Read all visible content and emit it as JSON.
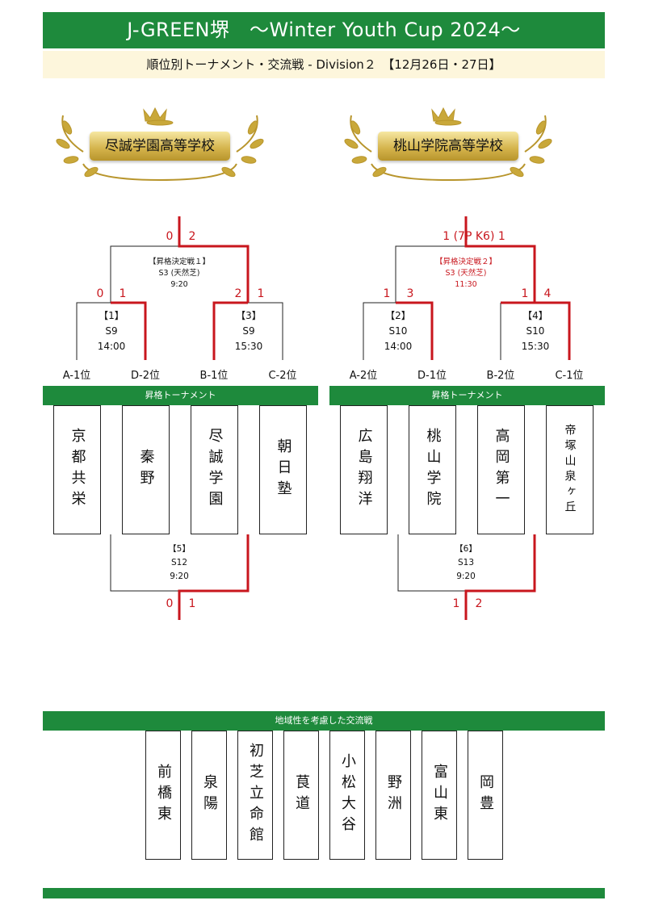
{
  "header": {
    "title": "J-GREEN堺　～Winter Youth Cup 2024～",
    "subtitle": "順位別トーナメント・交流戦 - Division２　【12月26日・27日】"
  },
  "champions": {
    "left": "尽誠学園高等学校",
    "right": "桃山学院高等学校"
  },
  "left_bracket": {
    "final": {
      "score_l": "0",
      "score_r": "2",
      "label1": "【昇格決定戦１】",
      "label2": "S3 (天然芝)",
      "label3": "9:20"
    },
    "m1": {
      "id": "【1】",
      "court": "S9",
      "time": "14:00",
      "score_l": "0",
      "score_r": "1"
    },
    "m3": {
      "id": "【3】",
      "court": "S9",
      "time": "15:30",
      "score_l": "2",
      "score_r": "1"
    },
    "seeds": [
      "A-1位",
      "D-2位",
      "B-1位",
      "C-2位"
    ],
    "band": "昇格トーナメント",
    "teams": [
      "京都共栄",
      "秦野",
      "尽誠学園",
      "朝日塾"
    ],
    "m5": {
      "id": "【5】",
      "court": "S12",
      "time": "9:20",
      "score_l": "0",
      "score_r": "1"
    }
  },
  "right_bracket": {
    "final": {
      "score": "1 (7P  K6) 1",
      "label1": "【昇格決定戦２】",
      "label2": "S3 (天然芝)",
      "label3": "11:30"
    },
    "m2": {
      "id": "【2】",
      "court": "S10",
      "time": "14:00",
      "score_l": "1",
      "score_r": "3"
    },
    "m4": {
      "id": "【4】",
      "court": "S10",
      "time": "15:30",
      "score_l": "1",
      "score_r": "4"
    },
    "seeds": [
      "A-2位",
      "D-1位",
      "B-2位",
      "C-1位"
    ],
    "band": "昇格トーナメント",
    "teams": [
      "広島翔洋",
      "桃山学院",
      "高岡第一",
      "帝塚山泉ヶ丘"
    ],
    "m6": {
      "id": "【6】",
      "court": "S13",
      "time": "9:20",
      "score_l": "1",
      "score_r": "2"
    }
  },
  "exchange": {
    "band": "地域性を考慮した交流戦",
    "teams": [
      "前橋東",
      "泉陽",
      "初芝立命館",
      "茛道",
      "小松大谷",
      "野洲",
      "富山東",
      "岡豊"
    ]
  },
  "colors": {
    "green": "#1e8a3c",
    "red": "#c8161d",
    "cream": "#fdf6dc",
    "gold": "#c9a83a"
  }
}
